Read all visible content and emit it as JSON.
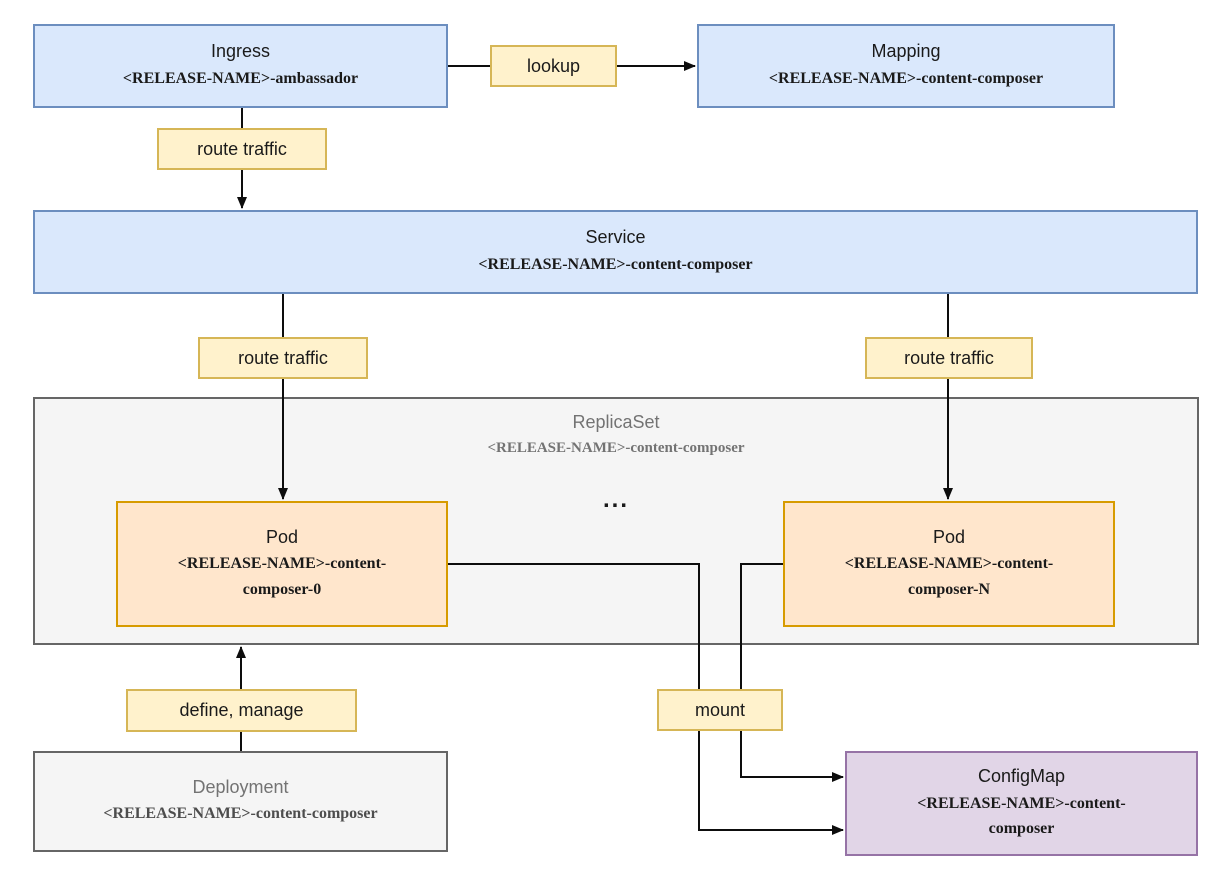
{
  "diagram": {
    "title_hint": "Kubernetes content-composer helm chart architecture",
    "nodes": {
      "ingress": {
        "title": "Ingress",
        "subtitle": "<RELEASE-NAME>-ambassador",
        "fill": "#dae8fc",
        "border": "#6c8ebf"
      },
      "mapping": {
        "title": "Mapping",
        "subtitle": "<RELEASE-NAME>-content-composer",
        "fill": "#dae8fc",
        "border": "#6c8ebf"
      },
      "service": {
        "title": "Service",
        "subtitle": "<RELEASE-NAME>-content-composer",
        "fill": "#dae8fc",
        "border": "#6c8ebf"
      },
      "replicaset": {
        "title": "ReplicaSet",
        "subtitle": "<RELEASE-NAME>-content-composer",
        "fill": "#f5f5f5",
        "border": "#666666"
      },
      "pod_left": {
        "title": "Pod",
        "subtitle": "<RELEASE-NAME>-content-composer-0",
        "fill": "#ffe6cc",
        "border": "#d79b00"
      },
      "pod_right": {
        "title": "Pod",
        "subtitle": "<RELEASE-NAME>-content-composer-N",
        "fill": "#ffe6cc",
        "border": "#d79b00"
      },
      "deployment": {
        "title": "Deployment",
        "subtitle": "<RELEASE-NAME>-content-composer",
        "fill": "#f5f5f5",
        "border": "#666666"
      },
      "configmap": {
        "title": "ConfigMap",
        "subtitle": "<RELEASE-NAME>-content-composer",
        "fill": "#e1d5e7",
        "border": "#9673a6"
      }
    },
    "edge_labels": {
      "lookup": "lookup",
      "route_traffic_top": "route traffic",
      "route_traffic_left": "route traffic",
      "route_traffic_right": "route traffic",
      "define_manage": "define, manage",
      "mount": "mount"
    },
    "ellipsis": "...",
    "label_style": {
      "fill": "#fff2cc",
      "border": "#d6b656"
    },
    "edge_color": "#0d0d0d"
  }
}
